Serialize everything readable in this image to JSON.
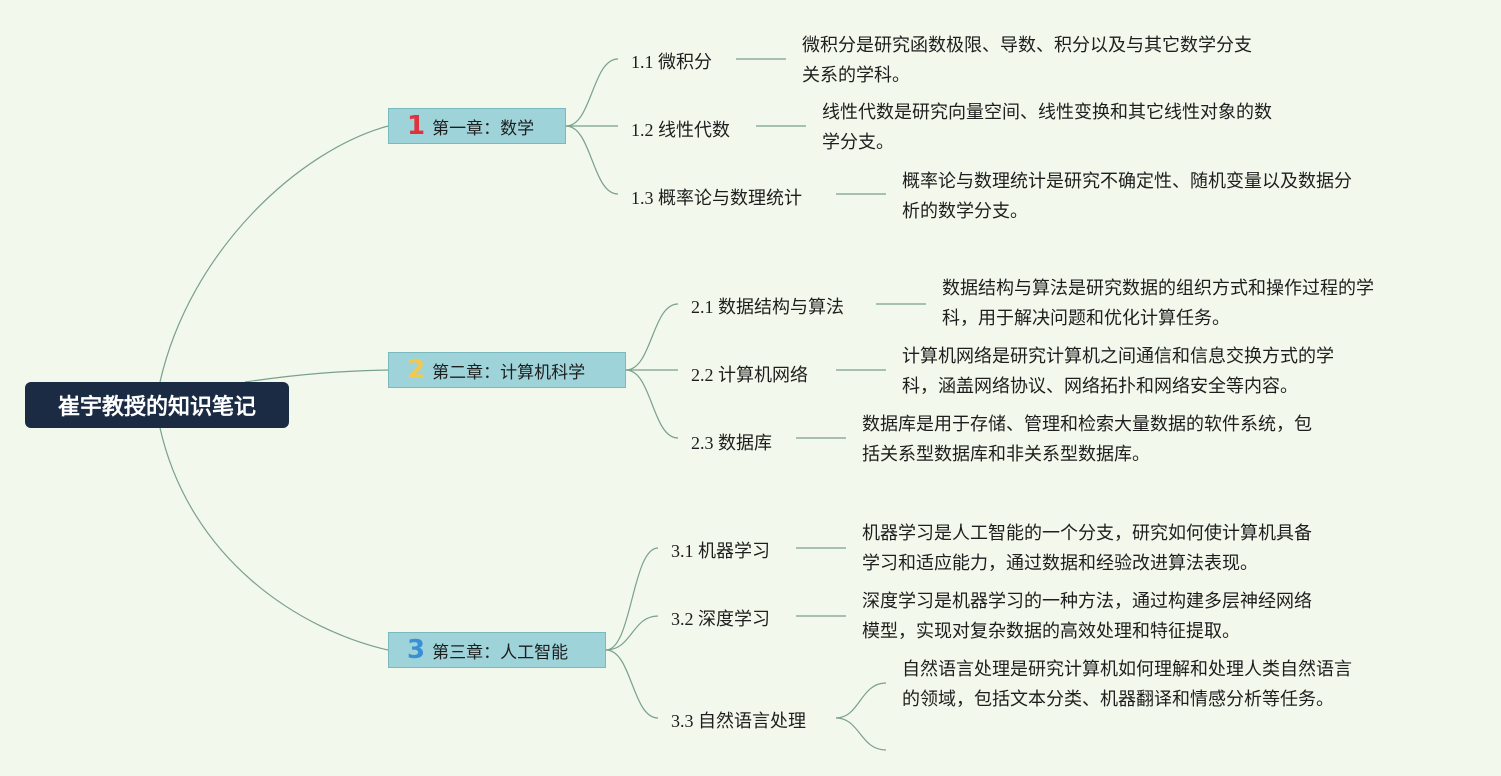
{
  "root": {
    "title": "崔宇教授的知识笔记"
  },
  "colors": {
    "background": "#f2f8ec",
    "root_fill": "#1b2b44",
    "chapter_fill": "#9ed3d9",
    "line": "#7aa08e",
    "num1": "#e0323e",
    "num2": "#f2c94c",
    "num3": "#3b8fd4"
  },
  "chapters": [
    {
      "number": "1",
      "label": "第一章：数学",
      "topics": [
        {
          "label": "1.1 微积分",
          "desc": [
            "微积分是研究函数极限、导数、积分以及与其它数学分支",
            "关系的学科。"
          ]
        },
        {
          "label": "1.2 线性代数",
          "desc": [
            "线性代数是研究向量空间、线性变换和其它线性对象的数",
            "学分支。"
          ]
        },
        {
          "label": "1.3 概率论与数理统计",
          "desc": [
            "概率论与数理统计是研究不确定性、随机变量以及数据分",
            "析的数学分支。"
          ]
        }
      ]
    },
    {
      "number": "2",
      "label": "第二章：计算机科学",
      "topics": [
        {
          "label": "2.1 数据结构与算法",
          "desc": [
            "数据结构与算法是研究数据的组织方式和操作过程的学",
            "科，用于解决问题和优化计算任务。"
          ]
        },
        {
          "label": "2.2 计算机网络",
          "desc": [
            "计算机网络是研究计算机之间通信和信息交换方式的学",
            "科，涵盖网络协议、网络拓扑和网络安全等内容。"
          ]
        },
        {
          "label": "2.3 数据库",
          "desc": [
            "数据库是用于存储、管理和检索大量数据的软件系统，包",
            "括关系型数据库和非关系型数据库。"
          ]
        }
      ]
    },
    {
      "number": "3",
      "label": "第三章：人工智能",
      "topics": [
        {
          "label": "3.1 机器学习",
          "desc": [
            "机器学习是人工智能的一个分支，研究如何使计算机具备",
            "学习和适应能力，通过数据和经验改进算法表现。"
          ]
        },
        {
          "label": "3.2 深度学习",
          "desc": [
            "深度学习是机器学习的一种方法，通过构建多层神经网络",
            "模型，实现对复杂数据的高效处理和特征提取。"
          ]
        },
        {
          "label": "3.3 自然语言处理",
          "desc": [
            "自然语言处理是研究计算机如何理解和处理人类自然语言",
            "的领域，包括文本分类、机器翻译和情感分析等任务。"
          ]
        }
      ]
    }
  ]
}
